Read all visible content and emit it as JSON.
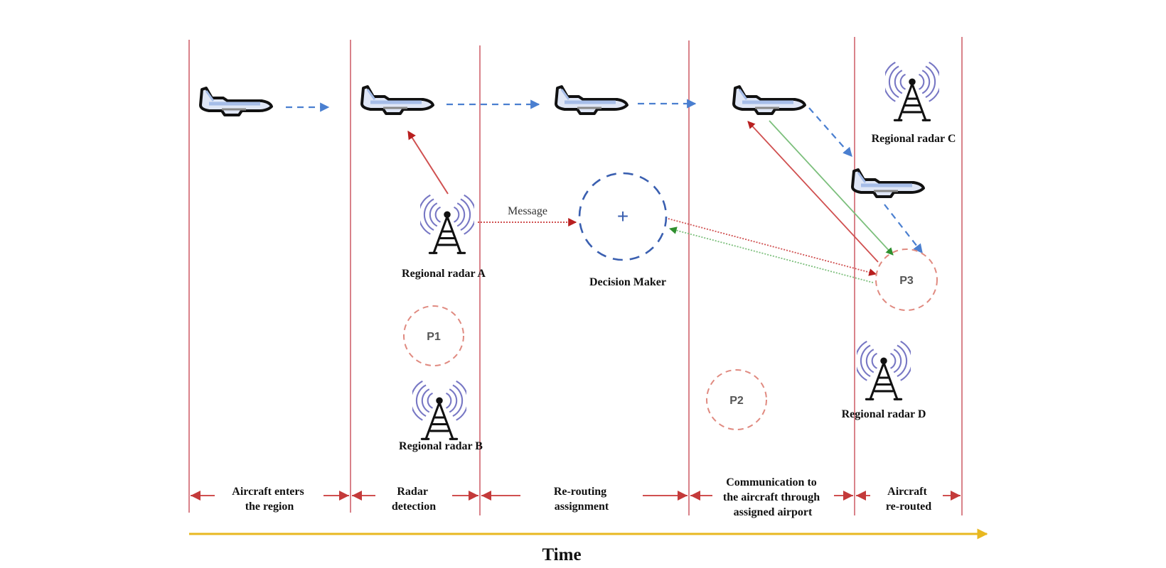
{
  "diagram": {
    "colors": {
      "phase_line": "#d9828a",
      "flight_path": "#4a7fd0",
      "red_signal": "#cc2b2b",
      "green_signal": "#5aa85a",
      "decision_maker": "#3a5fb0",
      "airport": "#e08a80",
      "time_axis": "#e8b820",
      "radar_waves": "#7777c4"
    },
    "phases": [
      {
        "lines": [
          "Aircraft enters",
          "the region"
        ]
      },
      {
        "lines": [
          "Radar",
          "detection"
        ]
      },
      {
        "lines": [
          "Re-routing",
          "assignment"
        ]
      },
      {
        "lines": [
          "Communication to",
          "the aircraft through",
          "assigned airport"
        ]
      },
      {
        "lines": [
          "Aircraft",
          "re-routed"
        ]
      }
    ],
    "radars": [
      {
        "label": "Regional radar  A"
      },
      {
        "label": "Regional radar B"
      },
      {
        "label": "Regional radar C"
      },
      {
        "label": "Regional radar D"
      }
    ],
    "decision_maker": {
      "label": "Decision Maker",
      "symbol": "+"
    },
    "airports": [
      {
        "label": "P1"
      },
      {
        "label": "P2"
      },
      {
        "label": "P3"
      }
    ],
    "message_label": "Message",
    "time_axis_label": "Time",
    "icons": {
      "aircraft": "airplane-icon",
      "radar": "radio-tower-icon"
    }
  }
}
